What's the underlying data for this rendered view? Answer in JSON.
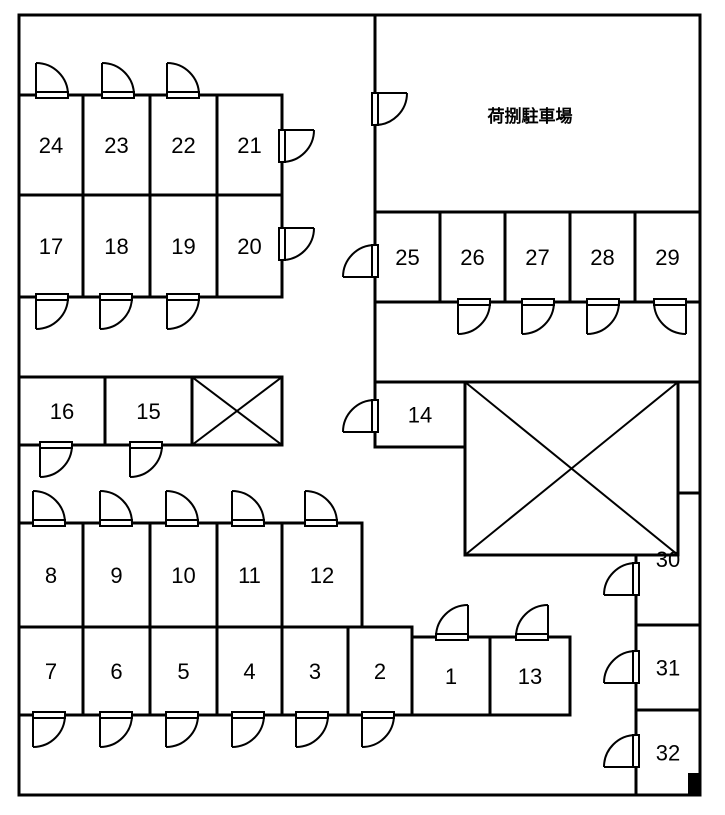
{
  "parking_label": "荷捌駐車場",
  "rooms": [
    "1",
    "2",
    "3",
    "4",
    "5",
    "6",
    "7",
    "8",
    "9",
    "10",
    "11",
    "12",
    "13",
    "14",
    "15",
    "16",
    "17",
    "18",
    "19",
    "20",
    "21",
    "22",
    "23",
    "24",
    "25",
    "26",
    "27",
    "28",
    "29",
    "30",
    "31",
    "32"
  ],
  "colors": {
    "line": "#000000",
    "background": "#ffffff"
  }
}
